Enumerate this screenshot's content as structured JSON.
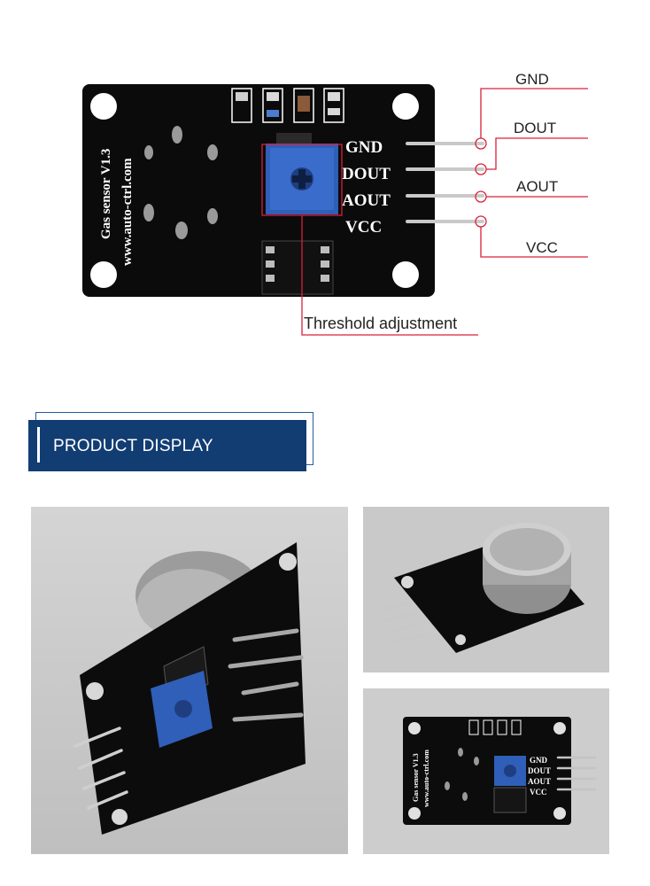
{
  "diagram": {
    "board_text": {
      "model": "Gas sensor V1.3",
      "url": "www.auto-ctrl.com",
      "pins": [
        "GND",
        "DOUT",
        "AOUT",
        "VCC"
      ]
    },
    "callouts": {
      "gnd": "GND",
      "dout": "DOUT",
      "aout": "AOUT",
      "vcc": "VCC",
      "threshold": "Threshold adjustment"
    },
    "colors": {
      "callout_line": "#d9213a",
      "board": "#0b0b0b",
      "potentiometer": "#2f5fb8"
    }
  },
  "section": {
    "title": "PRODUCT DISPLAY",
    "colors": {
      "banner": "#123d73",
      "outline": "#1f5fa0"
    }
  },
  "photos": {
    "photo3": {
      "model": "Gas sensor V1.3",
      "url": "www.auto-ctrl.com",
      "pins": [
        "GND",
        "DOUT",
        "AOUT",
        "VCC"
      ]
    }
  }
}
